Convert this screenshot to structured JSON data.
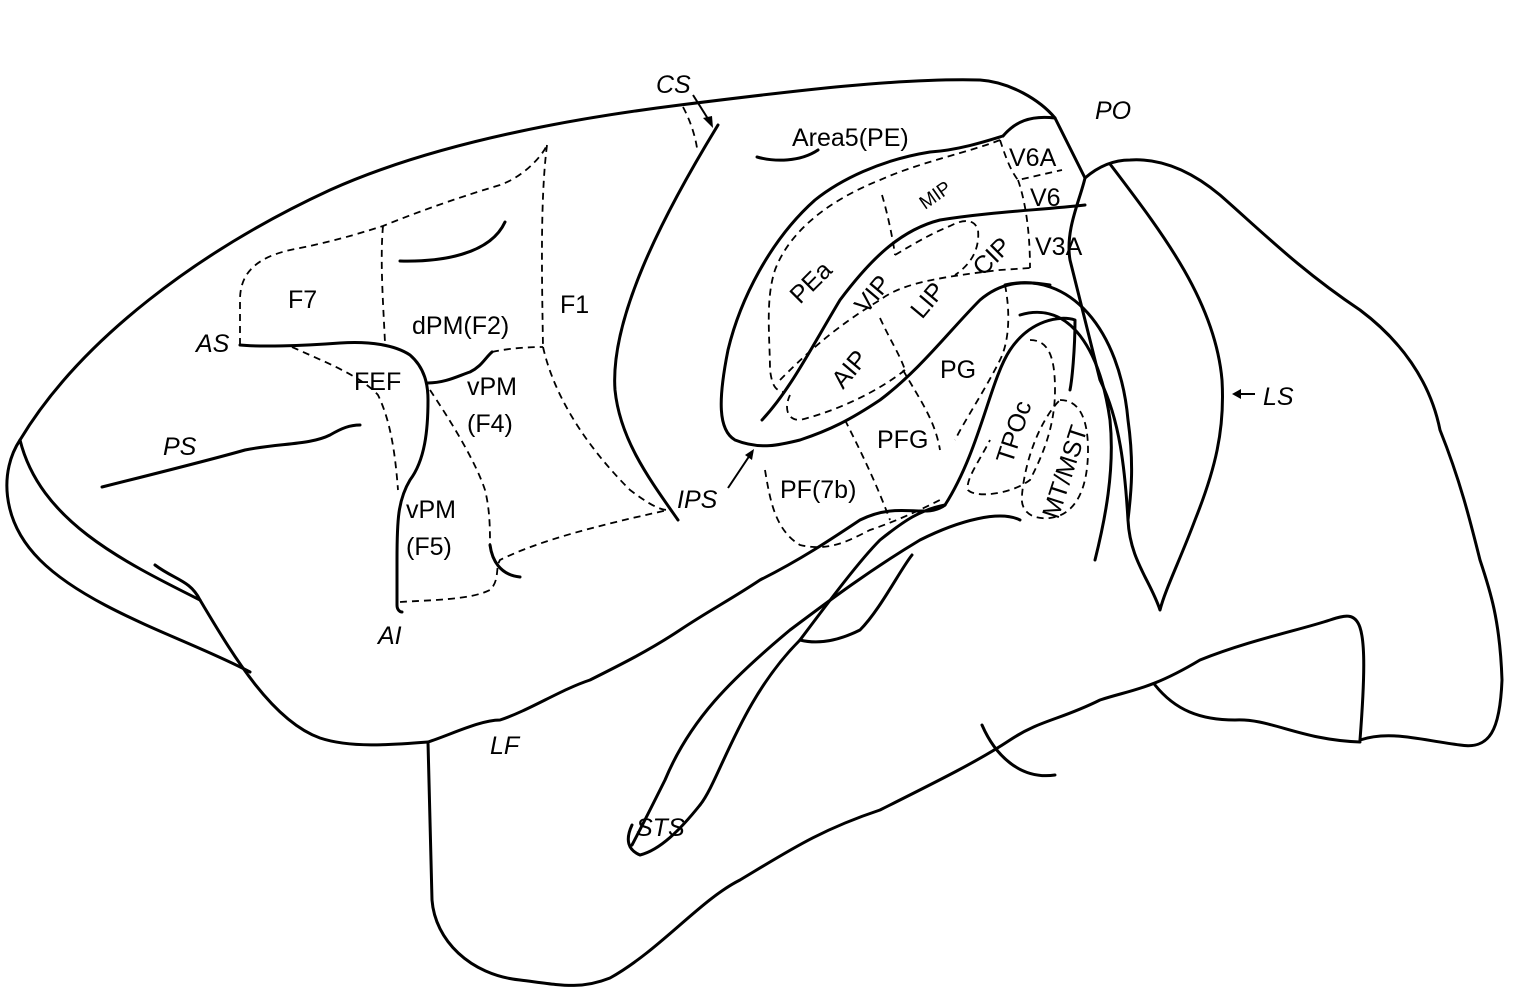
{
  "figure": {
    "subject": "Macaque cerebral cortex, lateral view",
    "colors": {
      "line": "#000000",
      "background": "#ffffff"
    }
  },
  "sulci": {
    "cs": "CS",
    "po": "PO",
    "as": "AS",
    "ps": "PS",
    "ai": "AI",
    "ips": "IPS",
    "lf": "LF",
    "sts": "STS",
    "ls": "LS"
  },
  "areas": {
    "area5": "Area5(PE)",
    "v6a": "V6A",
    "v6": "V6",
    "v3a": "V3A",
    "mip": "MIP",
    "pea": "PEa",
    "vip": "VIP",
    "lip": "LIP",
    "cip": "CIP",
    "aip": "AIP",
    "pg": "PG",
    "pfg": "PFG",
    "pf": "PF(7b)",
    "tpoc": "TPOc",
    "mtmst": "MT/MST",
    "f7": "F7",
    "dpm": "dPM(F2)",
    "f1": "F1",
    "fef": "FEF",
    "vpm_f4_line1": "vPM",
    "vpm_f4_line2": "(F4)",
    "vpm_f5_line1": "vPM",
    "vpm_f5_line2": "(F5)"
  }
}
